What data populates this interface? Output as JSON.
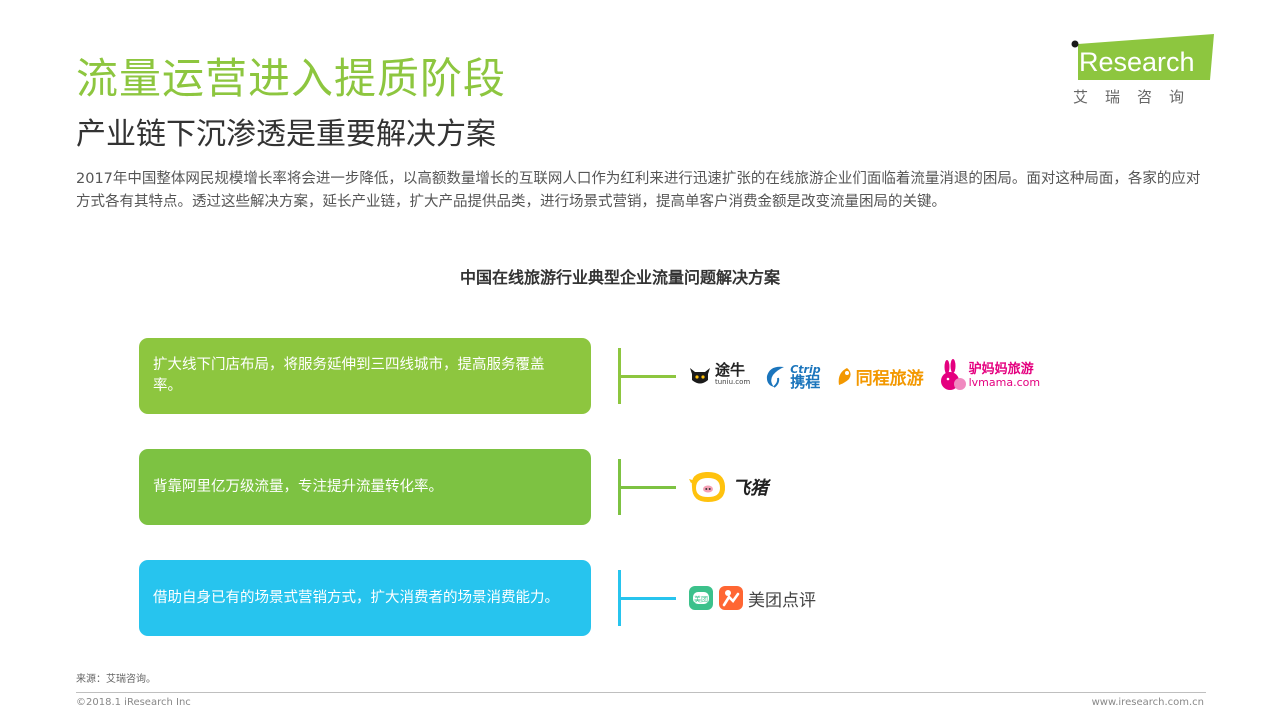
{
  "header": {
    "title": "流量运营进入提质阶段",
    "subtitle": "产业链下沉渗透是重要解决方案",
    "intro": "2017年中国整体网民规模增长率将会进一步降低，以高额数量增长的互联网人口作为红利来进行迅速扩张的在线旅游企业们面临着流量消退的困局。面对这种局面，各家的应对方式各有其特点。透过这些解决方案，延长产业链，扩大产品提供品类，进行场景式营销，提高单客户消费金额是改变流量困局的关键。"
  },
  "logo": {
    "brand": "iResearch",
    "cn": "艾瑞咨询",
    "accent": "#8dc63f"
  },
  "figure": {
    "title": "中国在线旅游行业典型企业流量问题解决方案",
    "rows": [
      {
        "text": "扩大线下门店布局，将服务延伸到三四线城市，提高服务覆盖率。",
        "color": "#8dc63f",
        "brands": [
          {
            "name": "途牛",
            "sub": "tuniu.com",
            "icon": "tuniu-cow-icon"
          },
          {
            "name": "携程",
            "sub": "Ctrip",
            "icon": "ctrip-dolphin-icon"
          },
          {
            "name": "同程旅游",
            "icon": "tongcheng-icon"
          },
          {
            "name": "驴妈妈旅游",
            "sub": "lvmama.com",
            "icon": "lvmama-rabbit-icon"
          }
        ]
      },
      {
        "text": "背靠阿里亿万级流量，专注提升流量转化率。",
        "color": "#7dc242",
        "brands": [
          {
            "name": "飞猪",
            "icon": "fliggy-pig-icon"
          }
        ]
      },
      {
        "text": "借助自身已有的场景式营销方式，扩大消费者的场景消费能力。",
        "color": "#27c4ee",
        "brands": [
          {
            "name": "美团",
            "icon": "meituan-icon"
          },
          {
            "name": "美团点评",
            "icon": "dianping-icon"
          }
        ]
      }
    ]
  },
  "footer": {
    "source": "来源：艾瑞咨询。",
    "copyright": "©2018.1 iResearch Inc",
    "url": "www.iresearch.com.cn"
  }
}
